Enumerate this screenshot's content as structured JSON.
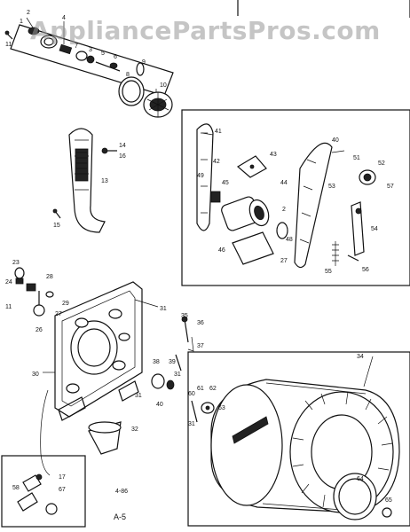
{
  "watermark": "AppliancePartsPros.com",
  "page_label": "A-5",
  "small_code": "4-86",
  "callouts": {
    "top": [
      "2",
      "1",
      "4",
      "11",
      "10",
      "9",
      "8",
      "6",
      "5",
      "3",
      "7"
    ],
    "duct": [
      "14",
      "16",
      "13",
      "15"
    ],
    "drive": [
      "41",
      "43",
      "42",
      "45",
      "44",
      "2",
      "48",
      "46",
      "27",
      "40",
      "49",
      "51",
      "52",
      "53",
      "54",
      "55",
      "56",
      "57"
    ],
    "bulkhead": [
      "23",
      "24",
      "28",
      "11",
      "29",
      "27",
      "26",
      "31",
      "31",
      "30",
      "38",
      "39",
      "31",
      "35",
      "36",
      "37",
      "32",
      "40"
    ],
    "drum": [
      "34",
      "60",
      "61",
      "62",
      "63",
      "64",
      "65",
      "31"
    ],
    "inset": [
      "17",
      "67",
      "58"
    ]
  }
}
